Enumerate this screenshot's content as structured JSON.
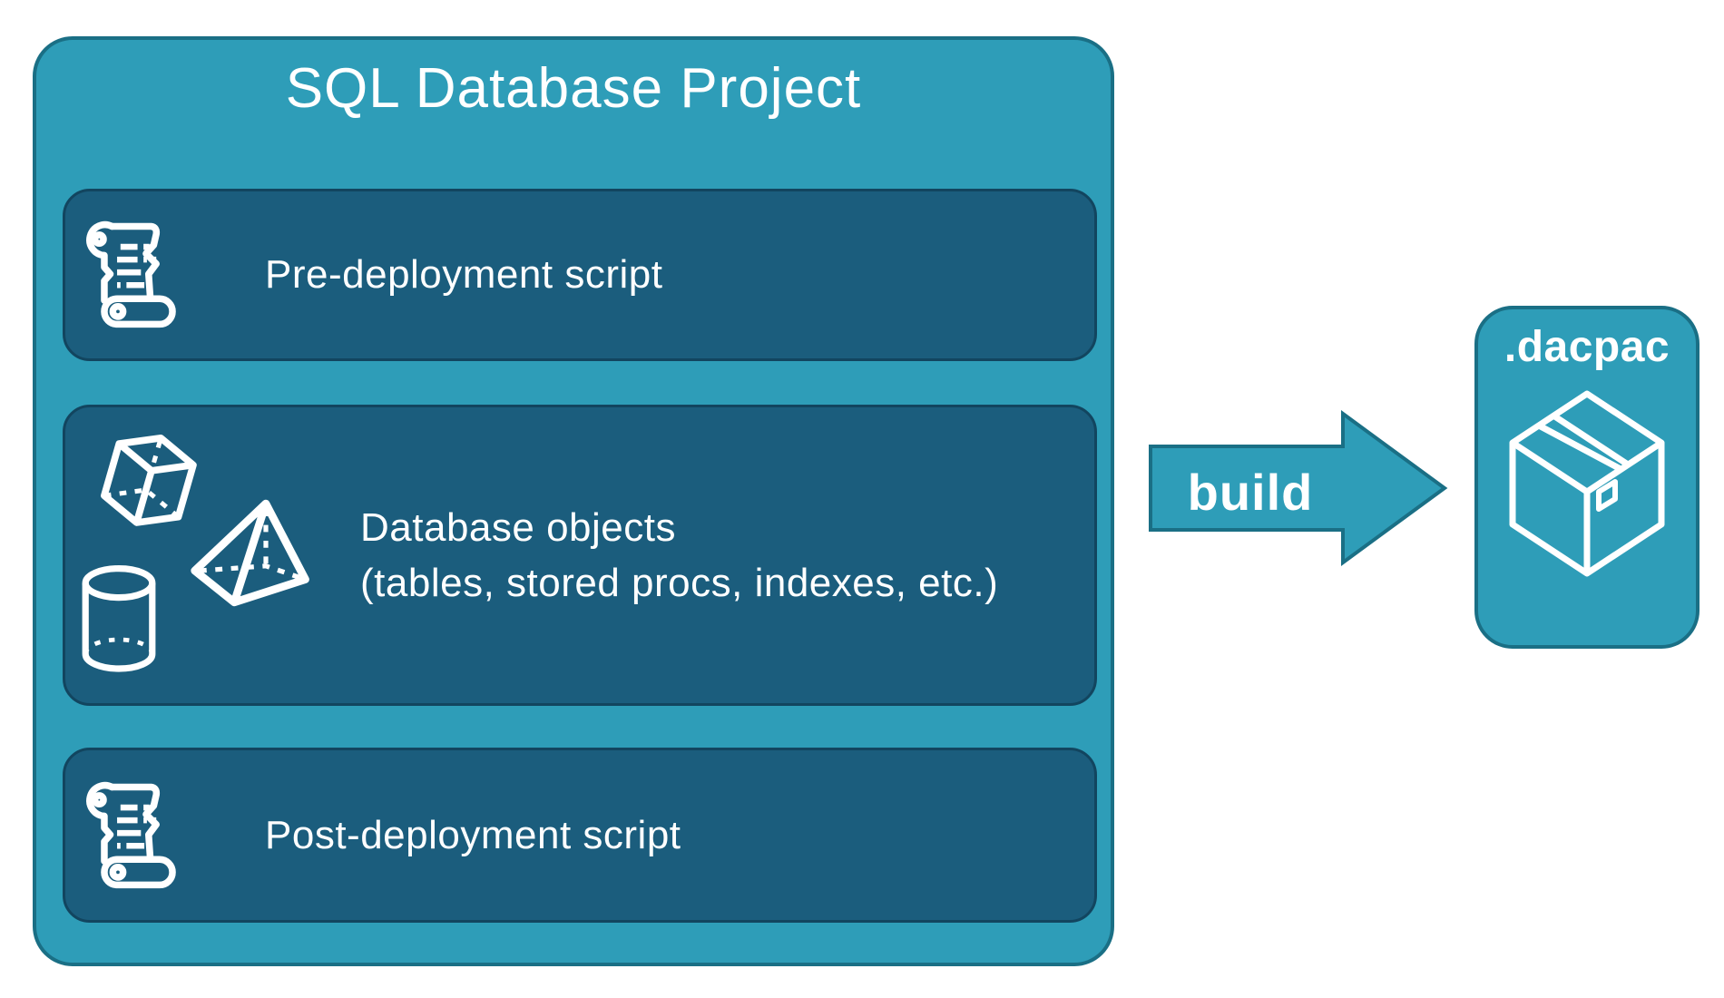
{
  "colors": {
    "teal": "#2E9DB8",
    "teal_border": "#1A6F85",
    "dark_panel": "#1B5D7D",
    "dark_panel_border": "#12455F",
    "text_white": "#FFFFFF"
  },
  "project_box": {
    "title": "SQL Database Project",
    "rows": [
      {
        "icon": "scroll-icon",
        "label": "Pre-deployment script"
      },
      {
        "icon": "3d-shapes-icon",
        "label": "Database objects",
        "sublabel": "(tables, stored procs, indexes, etc.)"
      },
      {
        "icon": "scroll-icon",
        "label": "Post-deployment script"
      }
    ]
  },
  "arrow": {
    "label": "build"
  },
  "output_box": {
    "title": ".dacpac",
    "icon": "package-icon"
  }
}
